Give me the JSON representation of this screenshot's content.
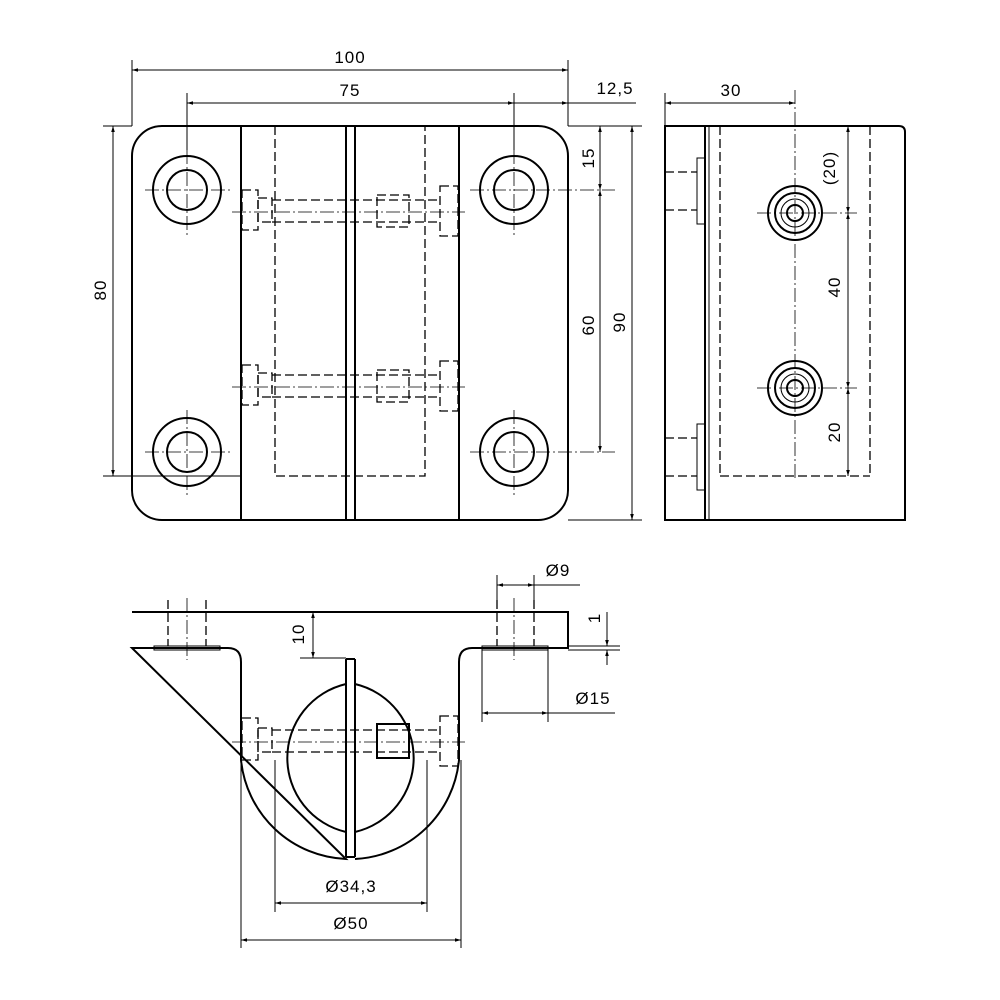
{
  "dimensions": {
    "width_100": "100",
    "hole_spacing_75": "75",
    "offset_12_5": "12,5",
    "depth_30": "30",
    "height_80": "80",
    "top_15": "15",
    "spacing_60": "60",
    "height_90": "90",
    "ref_20": "(20)",
    "screw_spacing_40": "40",
    "bottom_20": "20",
    "dia_9": "Ø9",
    "thickness_1": "1",
    "flange_10": "10",
    "dia_15": "Ø15",
    "dia_34_3": "Ø34,3",
    "dia_50": "Ø50"
  }
}
